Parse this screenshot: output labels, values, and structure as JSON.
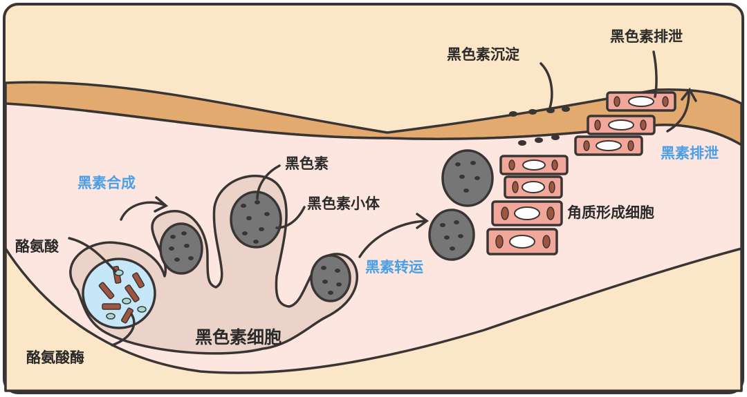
{
  "labels": {
    "tyrosine": "酪氨酸",
    "tyrosinase": "酪氨酸酶",
    "melanocyte": "黑色素细胞",
    "melanin_synthesis": "黑素合成",
    "melanin": "黑色素",
    "melanosome": "黑色素小体",
    "melanin_transport": "黑素转运",
    "keratinocyte": "角质形成细胞",
    "melanin_deposition": "黑色素沉淀",
    "melanin_excretion_top": "黑色素排泄",
    "melanin_excretion_side": "黑素排泄"
  },
  "colors": {
    "background_top": "#fbe7c7",
    "skin_band": "#e3aa70",
    "skin_layer": "#fde6df",
    "melanocyte_body": "#ecd3ca",
    "melanosome": "#767676",
    "keratinocyte": "#f1a79a",
    "tyrosinase_vesicle": "#c5e7f7",
    "label_blue": "#4a9fe6",
    "outline": "#3a3535"
  }
}
